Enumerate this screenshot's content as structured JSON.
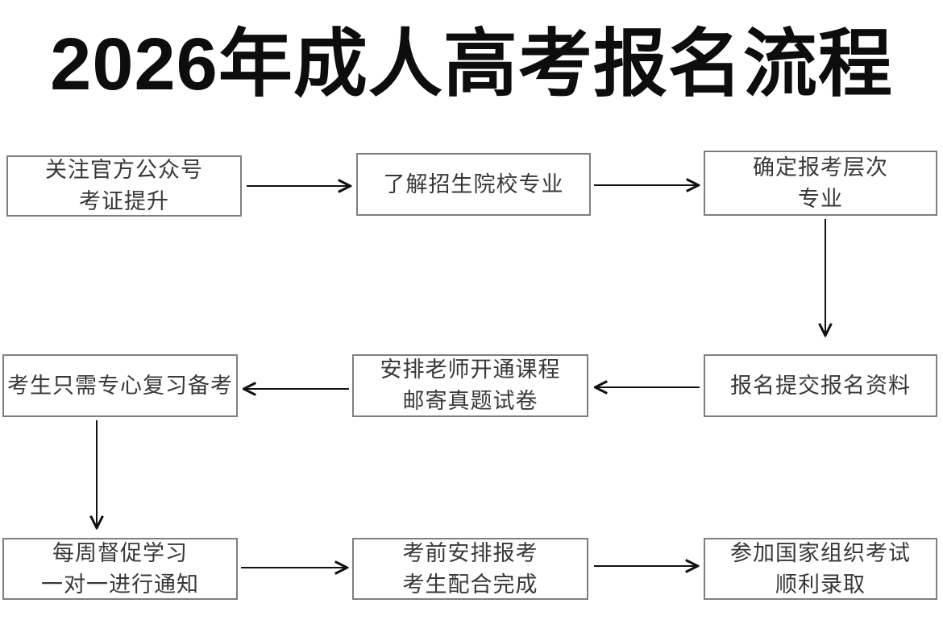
{
  "title": "2026年成人高考报名流程",
  "colors": {
    "background": "#ffffff",
    "title_text": "#0d0d0d",
    "box_border": "#7f7f7f",
    "box_text": "#383838",
    "arrow": "#111111"
  },
  "flow": {
    "steps": [
      {
        "id": "step-1",
        "lines": [
          "关注官方公众号",
          "考证提升"
        ]
      },
      {
        "id": "step-2",
        "lines": [
          "了解招生院校专业"
        ]
      },
      {
        "id": "step-3",
        "lines": [
          "确定报考层次",
          "专业"
        ]
      },
      {
        "id": "step-4",
        "lines": [
          "报名提交报名资料"
        ]
      },
      {
        "id": "step-5",
        "lines": [
          "安排老师开通课程",
          "邮寄真题试卷"
        ]
      },
      {
        "id": "step-6",
        "lines": [
          "考生只需专心复习备考"
        ]
      },
      {
        "id": "step-7",
        "lines": [
          "每周督促学习",
          "一对一进行通知"
        ]
      },
      {
        "id": "step-8",
        "lines": [
          "考前安排报考",
          "考生配合完成"
        ]
      },
      {
        "id": "step-9",
        "lines": [
          "参加国家组织考试",
          "顺利录取"
        ]
      }
    ],
    "connections": [
      {
        "from": "step-1",
        "to": "step-2",
        "direction": "right"
      },
      {
        "from": "step-2",
        "to": "step-3",
        "direction": "right"
      },
      {
        "from": "step-3",
        "to": "step-4",
        "direction": "down"
      },
      {
        "from": "step-4",
        "to": "step-5",
        "direction": "left"
      },
      {
        "from": "step-5",
        "to": "step-6",
        "direction": "left"
      },
      {
        "from": "step-6",
        "to": "step-7",
        "direction": "down"
      },
      {
        "from": "step-7",
        "to": "step-8",
        "direction": "right"
      },
      {
        "from": "step-8",
        "to": "step-9",
        "direction": "right"
      }
    ]
  }
}
